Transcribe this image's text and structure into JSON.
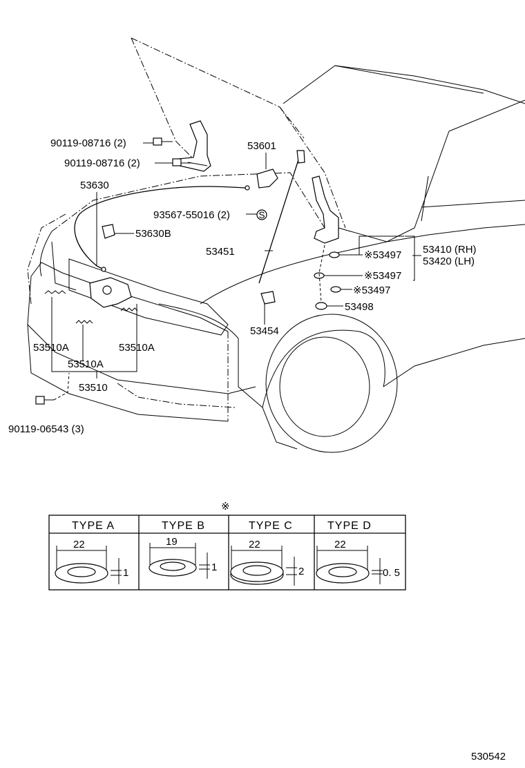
{
  "labels": {
    "bolt_hinge_upper": "90119-08716 (2)",
    "bolt_hinge_lower": "90119-08716 (2)",
    "cable": "53630",
    "cable_clamp": "53630B",
    "striker": "53601",
    "clip": "93567-55016 (2)",
    "support_rod": "53451",
    "rod_holder": "53454",
    "washer1": "※53497",
    "washer2": "※53497",
    "washer3": "※53497",
    "washer_plain": "53498",
    "hinge_rh": "53410 (RH)",
    "hinge_lh": "53420 (LH)",
    "spring_left": "53510A",
    "spring_right": "53510A",
    "spring_mid": "53510A",
    "lock": "53510",
    "lock_bolt": "90119-06543 (3)",
    "clip_symbol": "S",
    "diagram_number": "530542"
  },
  "note_mark": "※",
  "washer_table": {
    "columns": [
      {
        "header": "TYPE  A",
        "diameter": "22",
        "thickness": "1"
      },
      {
        "header": "TYPE  B",
        "diameter": "19",
        "thickness": "1"
      },
      {
        "header": "TYPE  C",
        "diameter": "22",
        "thickness": "2"
      },
      {
        "header": "TYPE  D",
        "diameter": "22",
        "thickness": "0. 5"
      }
    ]
  }
}
